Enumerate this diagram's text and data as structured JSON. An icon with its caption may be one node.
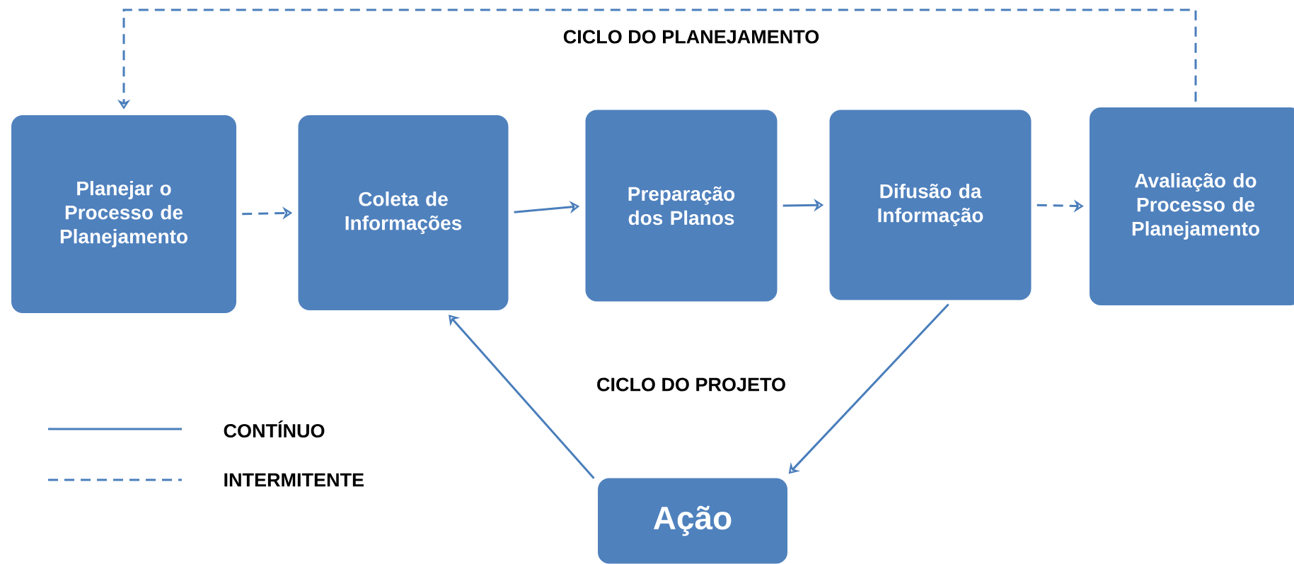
{
  "diagram": {
    "nodes": [
      {
        "text": [
          "Planejar o Processo de Planejamento"
        ]
      },
      {
        "text": [
          "Coleta de Informações"
        ]
      },
      {
        "text": [
          "Preparação dos Planos"
        ]
      },
      {
        "text": [
          "Difusão da Informação"
        ]
      },
      {
        "text": [
          "Avaliação do Processo de Planejamento"
        ]
      },
      {
        "text": [
          "Ação"
        ]
      }
    ],
    "edges": [
      {
        "from": 0,
        "to": 1,
        "arrow": "to",
        "style": "dashed"
      },
      {
        "from": 1,
        "to": 2,
        "arrow": "to"
      },
      {
        "from": 2,
        "to": 3,
        "arrow": "to"
      },
      {
        "from": 3,
        "to": 4,
        "arrow": "to",
        "style": "dashed"
      },
      {
        "from": 4,
        "to": 0,
        "arrow": "to",
        "style": "dashed"
      },
      {
        "from": 3,
        "to": 5,
        "arrow": "to"
      },
      {
        "from": 5,
        "to": 1,
        "arrow": "to"
      }
    ],
    "labels": [
      "CICLO DO PLANEJAMENTO",
      "CICLO DO PROJETO"
    ],
    "legend": [
      {
        "text": "CONTÍNUO"
      },
      {
        "text": "INTERMITENTE"
      }
    ]
  }
}
